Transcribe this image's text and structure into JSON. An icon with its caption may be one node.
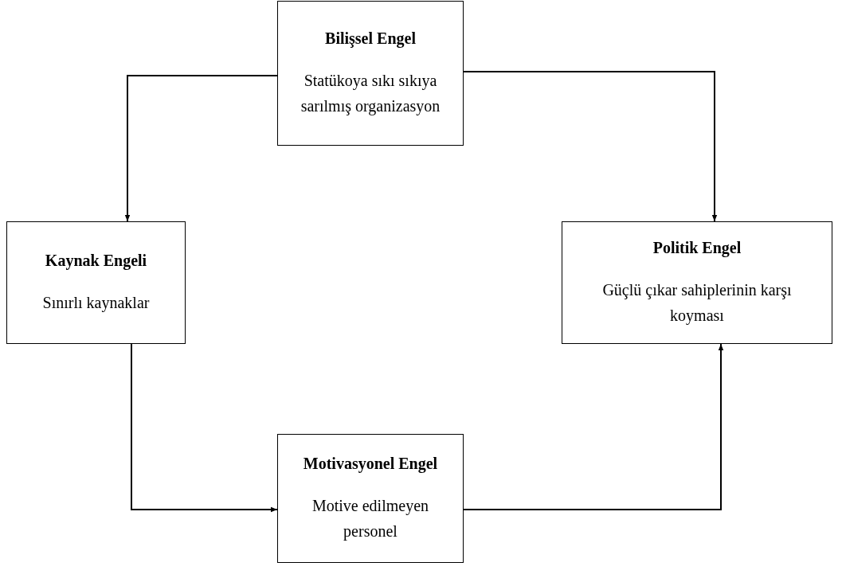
{
  "diagram": {
    "nodes": [
      {
        "text": [
          "Bilişsel Engel",
          "Statükoya sıkı sıkıya sarılmış organizasyon"
        ]
      },
      {
        "text": [
          "Kaynak Engeli",
          "Sınırlı kaynaklar"
        ]
      },
      {
        "text": [
          "Politik Engel",
          "Güçlü çıkar sahiplerinin karşı koyması"
        ]
      },
      {
        "text": [
          "Motivasyonel Engel",
          "Motive edilmeyen personel"
        ]
      }
    ],
    "edges": [
      {
        "from": 0,
        "to": 1,
        "arrow": "to"
      },
      {
        "from": 0,
        "to": 2,
        "arrow": "to"
      },
      {
        "from": 1,
        "to": 3,
        "arrow": "to"
      },
      {
        "from": 3,
        "to": 2,
        "arrow": "to"
      }
    ]
  }
}
